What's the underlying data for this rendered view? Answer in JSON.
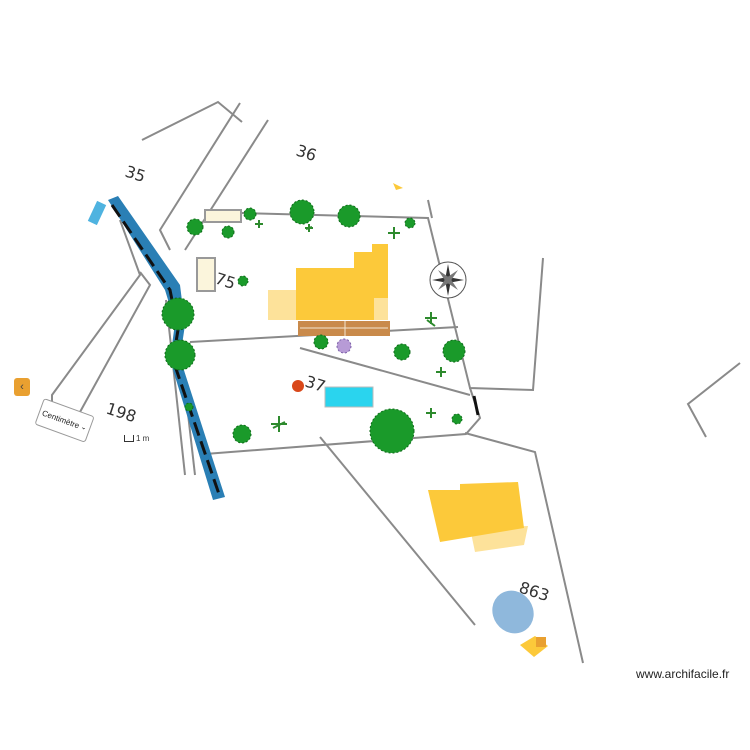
{
  "parcels": {
    "p35": "35",
    "p36": "36",
    "p75": "75",
    "p37": "37",
    "p198": "198",
    "p863": "863"
  },
  "toolbar": {
    "unit_label": "Centimètre",
    "collapse_icon": "chevron-left-icon"
  },
  "scale": {
    "label": "1 m"
  },
  "watermark": "www.archifacile.fr",
  "colors": {
    "building": "#fcc93a",
    "terrace": "#fde29a",
    "pool": "#2ad4ee",
    "pond": "#8fb8dc",
    "river": "#2a7fb5",
    "tree": "#1a9a2a",
    "deck": "#c98a4b"
  }
}
